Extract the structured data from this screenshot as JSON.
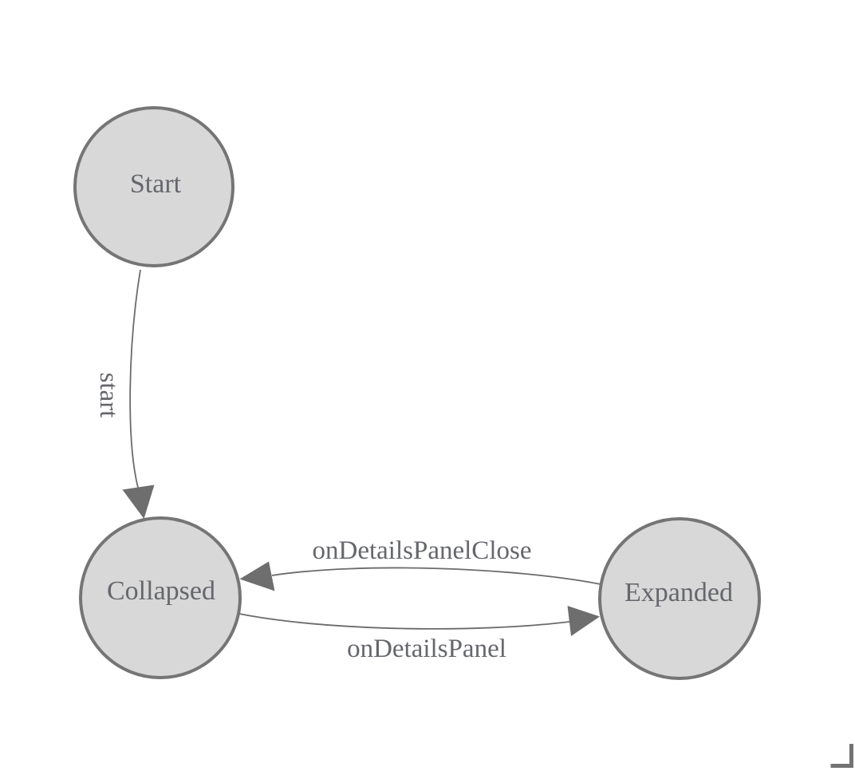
{
  "diagram": {
    "kind": "state-machine",
    "nodes": [
      {
        "id": "start",
        "label": "Start"
      },
      {
        "id": "collapsed",
        "label": "Collapsed"
      },
      {
        "id": "expanded",
        "label": "Expanded"
      }
    ],
    "edges": [
      {
        "from": "start",
        "to": "collapsed",
        "label": "start"
      },
      {
        "from": "expanded",
        "to": "collapsed",
        "label": "onDetailsPanelClose"
      },
      {
        "from": "collapsed",
        "to": "expanded",
        "label": "onDetailsPanel"
      }
    ],
    "colors": {
      "background": "#ffffff",
      "node_fill": "#d8d8d8",
      "node_border": "#757575",
      "edge_line": "#6b6b6b",
      "arrowhead": "#6e6e6e",
      "label_text": "#65676c",
      "corner_mark": "#737373"
    }
  }
}
